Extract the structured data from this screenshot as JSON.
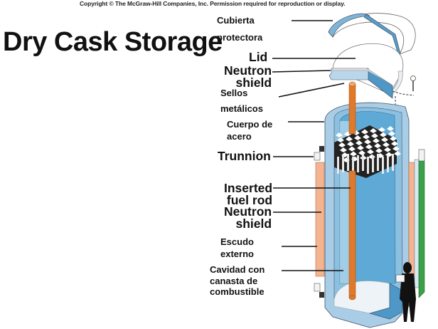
{
  "copyright": "Copyright © The McGraw-Hill Companies, Inc. Permission required for reproduction or display.",
  "title": "Dry Cask Storage",
  "labels": {
    "cubierta": [
      "Cubierta",
      "protectora"
    ],
    "lid": "Lid",
    "neutron_shield_top": [
      "Neutron",
      "shield"
    ],
    "sellos": [
      "Sellos",
      "metálicos"
    ],
    "cuerpo": [
      "Cuerpo de",
      "acero"
    ],
    "trunnion": "Trunnion",
    "fuel_rod": [
      "Inserted",
      "fuel rod"
    ],
    "neutron_shield_side": [
      "Neutron",
      "shield"
    ],
    "escudo": [
      "Escudo",
      "externo"
    ],
    "cavidad": [
      "Cavidad con",
      "canasta de",
      "combustible"
    ]
  },
  "icons": {
    "person": "person-silhouette-icon",
    "bolt": "bolt-icon"
  },
  "colors": {
    "steel_light": "#b9d6ea",
    "steel_mid": "#8fbfdf",
    "cavity_blue": "#5ea9d6",
    "fuel_rod": "#e07a2a",
    "neutron_shield": "#f4b48f",
    "outer_green": "#3aa04a",
    "leader_line": "#111111"
  }
}
